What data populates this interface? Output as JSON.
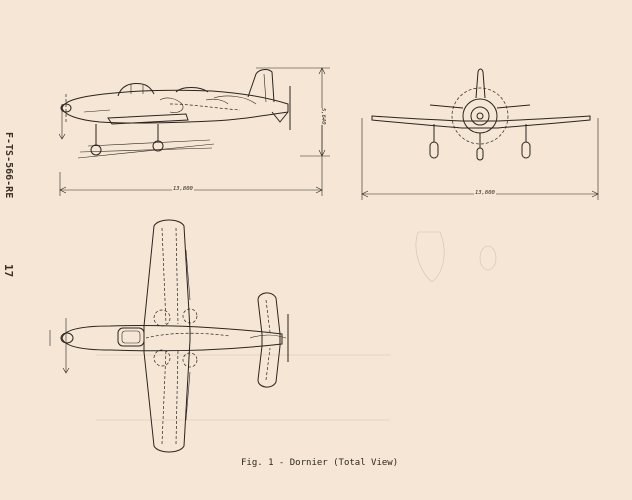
{
  "margin_labels": {
    "doc_id": "F-TS-566-RE",
    "page_number": "17"
  },
  "figure": {
    "caption": "Fig. 1 - Dornier (Total View)",
    "dimensions": {
      "side_length": "13,800",
      "side_height": "5,640",
      "front_span": "13,800"
    }
  }
}
